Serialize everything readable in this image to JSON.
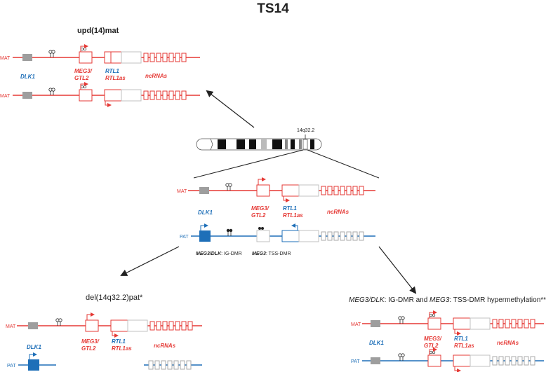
{
  "title": "TS14",
  "colors": {
    "maternal": "#e53935",
    "paternal": "#1e6fb8",
    "gene_grey": "#9e9e9e",
    "dlk_blue": "#1e6fb8",
    "black": "#222222"
  },
  "panels": {
    "upd": {
      "heading": "upd(14)mat",
      "rows": [
        {
          "parent_label": "MAT",
          "rtl_label": "RTL1"
        },
        {
          "parent_label": "MAT"
        }
      ],
      "labels": {
        "dlk1": "DLK1",
        "meg3": "MEG3/",
        "gtl2": "GTL2",
        "rtl1": "RTL1",
        "rtl1as": "RTL1as",
        "ncrnas": "ncRNAs"
      }
    },
    "center": {
      "band_label": "14q32.2",
      "mat_label": "MAT",
      "pat_label": "PAT",
      "labels": {
        "dlk1": "DLK1",
        "meg3": "MEG3/",
        "gtl2": "GTL2",
        "rtl1": "RTL1",
        "rtl1as": "RTL1as",
        "ncrnas": "ncRNAs"
      },
      "dmr_ig_gene": "MEG3/DLK",
      "dmr_ig_text": ": IG-DMR",
      "dmr_tss_gene": "MEG3",
      "dmr_tss_text": ": TSS-DMR"
    },
    "deletion": {
      "heading": "del(14q32.2)pat*",
      "mat_label": "MAT",
      "pat_label": "PAT",
      "labels": {
        "dlk1_pat": "DLK1",
        "meg3": "MEG3/",
        "gtl2": "GTL2",
        "rtl1": "RTL1",
        "rtl1as": "RTL1as",
        "ncrnas": "ncRNAs"
      }
    },
    "hyper": {
      "heading_gene1": "MEG3/DLK",
      "heading_text1": ": IG-DMR and ",
      "heading_gene2": "MEG3",
      "heading_text2": ": TSS-DMR hypermethylation**",
      "mat_label": "MAT",
      "pat_label": "PAT",
      "labels": {
        "dlk1": "DLK1",
        "meg3": "MEG3/",
        "gtl2": "GTL2",
        "rtl1": "RTL1",
        "rtl1as": "RTL1as",
        "ncrnas": "ncRNAs"
      }
    }
  }
}
